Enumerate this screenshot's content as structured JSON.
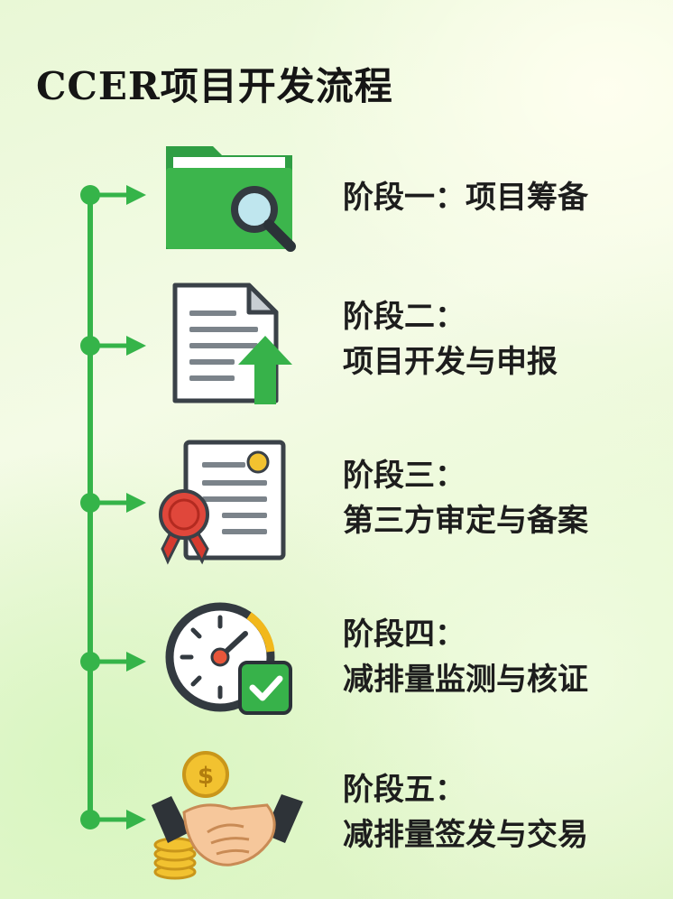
{
  "title": "CCER项目开发流程",
  "colors": {
    "accent": "#35b449",
    "text": "#1d1d1d"
  },
  "stages": [
    {
      "icon": "folder-search-icon",
      "line1": "阶段一：项目筹备",
      "line2": ""
    },
    {
      "icon": "document-upload-icon",
      "line1": "阶段二：",
      "line2": "项目开发与申报"
    },
    {
      "icon": "certificate-icon",
      "line1": "阶段三：",
      "line2": "第三方审定与备案"
    },
    {
      "icon": "gauge-check-icon",
      "line1": "阶段四：",
      "line2": "减排量监测与核证"
    },
    {
      "icon": "handshake-coins-icon",
      "line1": "阶段五：",
      "line2": "减排量签发与交易"
    }
  ]
}
